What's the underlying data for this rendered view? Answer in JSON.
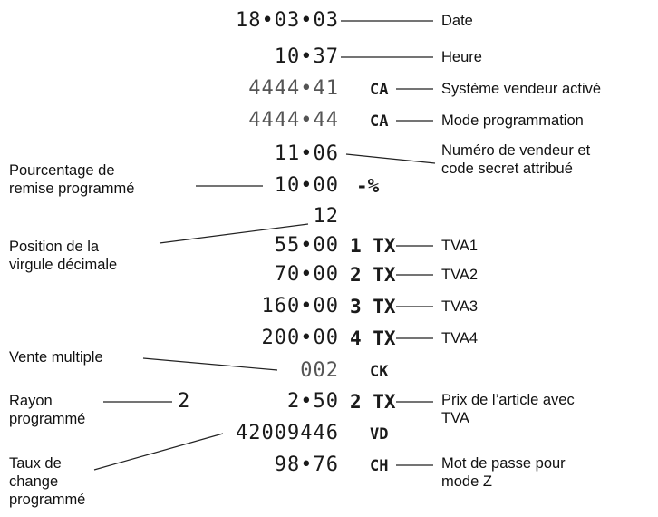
{
  "receipt": {
    "date": "18•03•03",
    "time": "10•37",
    "seller_system": {
      "value": "4444•41",
      "code": "CA"
    },
    "program_mode": {
      "value": "4444•44",
      "code": "CA"
    },
    "seller_number": "11•06",
    "discount": {
      "value": "10•00",
      "code": "-%"
    },
    "decimal_position": "12",
    "tva1": {
      "value": "55•00",
      "code": "1 TX"
    },
    "tva2": {
      "value": "70•00",
      "code": "2 TX"
    },
    "tva3": {
      "value": "160•00",
      "code": "3 TX"
    },
    "tva4": {
      "value": "200•00",
      "code": "4 TX"
    },
    "multiple_sale": {
      "value": "002",
      "code": "CK"
    },
    "department": {
      "number": "2",
      "value": "2•50",
      "code": "2 TX"
    },
    "exchange_rate": {
      "value": "42009446",
      "code": "VD"
    },
    "z_password": {
      "value": "98•76",
      "code": "CH"
    }
  },
  "labels_right": {
    "date": "Date",
    "time": "Heure",
    "seller_system": "Système vendeur activé",
    "program_mode": "Mode programmation",
    "seller_number": [
      "Numéro de vendeur et",
      "code secret attribué"
    ],
    "tva1": "TVA1",
    "tva2": "TVA2",
    "tva3": "TVA3",
    "tva4": "TVA4",
    "item_price": [
      "Prix de l’article avec",
      "TVA"
    ],
    "z_password": [
      "Mot de passe pour",
      "mode Z"
    ]
  },
  "labels_left": {
    "discount": [
      "Pourcentage de",
      "remise programmé"
    ],
    "decimal_position": [
      "Position de la",
      "virgule décimale"
    ],
    "multiple_sale": "Vente multiple",
    "department": [
      "Rayon",
      "programmé"
    ],
    "exchange_rate": [
      "Taux de",
      "change",
      "programmé"
    ]
  }
}
